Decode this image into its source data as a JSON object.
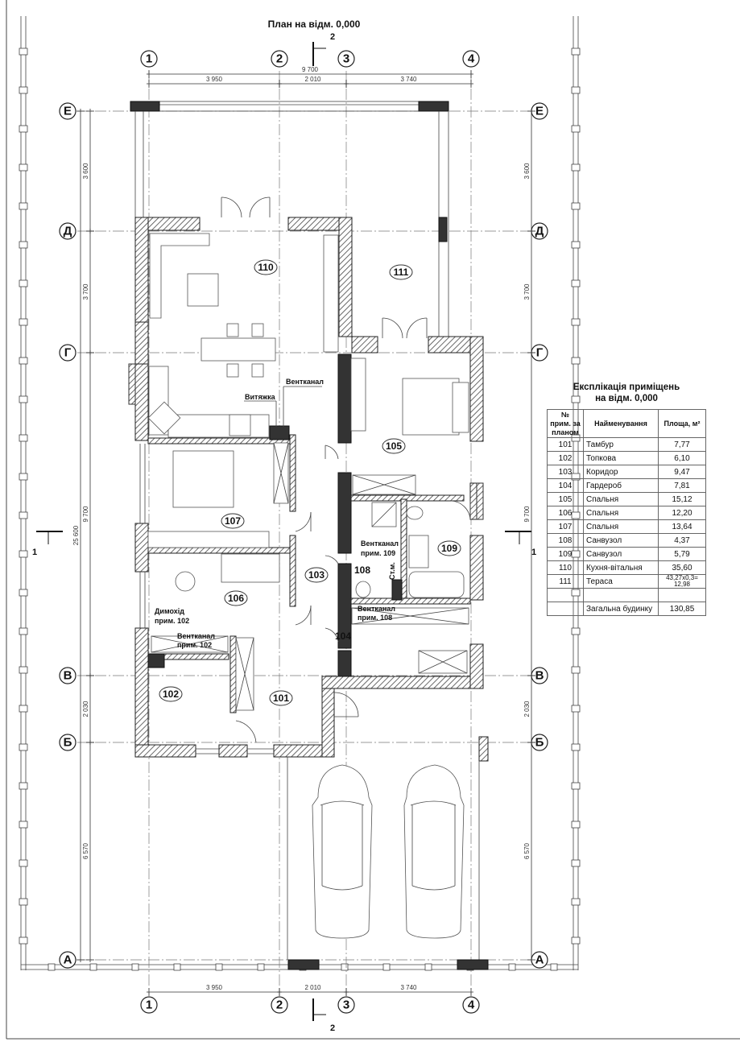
{
  "title": "План на відм. 0,000",
  "section_top": "2",
  "section_bottom": "2",
  "section_left": "1",
  "section_right": "1",
  "axes_columns": [
    "1",
    "2",
    "3",
    "4"
  ],
  "axes_rows": [
    "Е",
    "Д",
    "Г",
    "В",
    "Б",
    "А"
  ],
  "dims_top_total": "9 700",
  "dims_columns": [
    "3 950",
    "2 010",
    "3 740"
  ],
  "dims_bottom": [
    "3 950",
    "2 010",
    "3 740"
  ],
  "dims_rows_left": [
    "3 600",
    "3 700",
    "9 700",
    "2 030",
    "6 570"
  ],
  "dims_left_total": "25 600",
  "dims_rows_right": [
    "3 600",
    "3 700",
    "9 700",
    "2 030",
    "6 570"
  ],
  "rooms": {
    "r101": "101",
    "r102": "102",
    "r103": "103",
    "r104": "104",
    "r105": "105",
    "r106": "106",
    "r107": "107",
    "r108": "108",
    "r109": "109",
    "r110": "110",
    "r111": "111"
  },
  "notes": {
    "ventkanal": "Вентканал",
    "vytyazhka": "Витяжка",
    "vent109_1": "Вентканал",
    "vent109_2": "прим. 109",
    "vent108_1": "Вентканал",
    "vent108_2": "прим. 108",
    "dym_1": "Димохід",
    "dym_2": "прим. 102",
    "vent102_1": "Вентканал",
    "vent102_2": "прим. 102",
    "stm": "Ст.м."
  },
  "table": {
    "title_1": "Експлікація приміщень",
    "title_2": "на відм. 0,000",
    "headers": [
      "№ прим. за планом",
      "Найменування",
      "Площа, м²"
    ],
    "rows": [
      [
        "101",
        "Тамбур",
        "7,77"
      ],
      [
        "102",
        "Топкова",
        "6,10"
      ],
      [
        "103",
        "Коридор",
        "9,47"
      ],
      [
        "104",
        "Гардероб",
        "7,81"
      ],
      [
        "105",
        "Спальня",
        "15,12"
      ],
      [
        "106",
        "Спальня",
        "12,20"
      ],
      [
        "107",
        "Спальня",
        "13,64"
      ],
      [
        "108",
        "Санвузол",
        "4,37"
      ],
      [
        "109",
        "Санвузол",
        "5,79"
      ],
      [
        "110",
        "Кухня-вітальня",
        "35,60"
      ],
      [
        "111",
        "Тераса",
        "43,27х0,3= 12,98"
      ]
    ],
    "total_label": "Загальна будинку",
    "total_value": "130,85"
  }
}
